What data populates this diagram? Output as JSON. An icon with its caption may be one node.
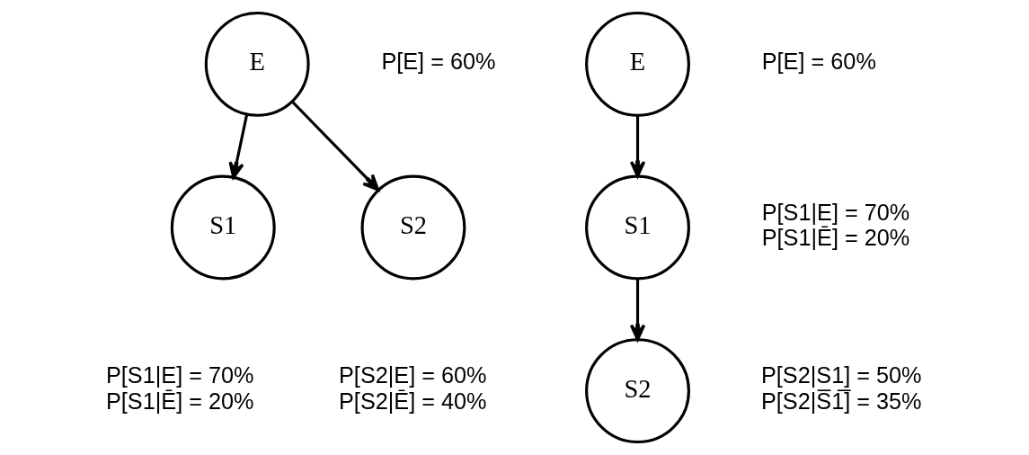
{
  "diagram": {
    "nodes": [
      {
        "text": [
          "E"
        ],
        "beside": [
          "P[E] = 60%"
        ]
      },
      {
        "text": [
          "S1"
        ],
        "beside": [
          "P[S1|E] = 70%",
          "P[S1|Ē] = 20%"
        ]
      },
      {
        "text": [
          "S2"
        ],
        "beside": [
          "P[S2|E] = 60%",
          "P[S2|Ē] = 40%"
        ]
      },
      {
        "text": [
          "E"
        ],
        "beside": [
          "P[E] = 60%"
        ]
      },
      {
        "text": [
          "S1"
        ],
        "beside": [
          "P[S1|E] = 70%",
          "P[S1|Ē] = 20%"
        ]
      },
      {
        "text": [
          "S2"
        ],
        "beside": [
          "P[S2|S1] = 50%",
          "P[S2|S̅1̅] = 35%"
        ]
      }
    ],
    "edges": [
      {
        "from": 0,
        "to": 1,
        "arrow": "to"
      },
      {
        "from": 0,
        "to": 2,
        "arrow": "to"
      },
      {
        "from": 3,
        "to": 4,
        "arrow": "to"
      },
      {
        "from": 4,
        "to": 5,
        "arrow": "to"
      }
    ]
  }
}
